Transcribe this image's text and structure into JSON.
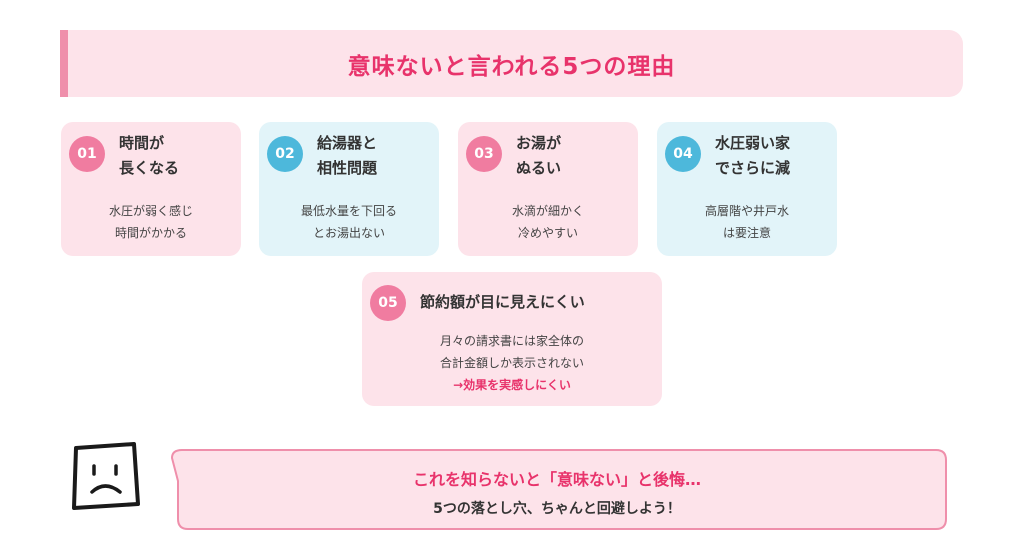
{
  "header": {
    "title": "意味ないと言われる5つの理由"
  },
  "colors": {
    "accent_pink": "#e8336b",
    "badge_pink": "#f07ca0",
    "badge_blue": "#4db8db",
    "card_pink": "#fde3ea",
    "card_blue": "#e2f4f9"
  },
  "cards": [
    {
      "number": "01",
      "title_lines": [
        "時間が",
        "長くなる"
      ],
      "desc_lines": [
        "水圧が弱く感じ",
        "時間がかかる"
      ]
    },
    {
      "number": "02",
      "title_lines": [
        "給湯器と",
        "相性問題"
      ],
      "desc_lines": [
        "最低水量を下回る",
        "とお湯出ない"
      ]
    },
    {
      "number": "03",
      "title_lines": [
        "お湯が",
        "ぬるい"
      ],
      "desc_lines": [
        "水滴が細かく",
        "冷めやすい"
      ]
    },
    {
      "number": "04",
      "title_lines": [
        "水圧弱い家",
        "でさらに減"
      ],
      "desc_lines": [
        "高層階や井戸水",
        "は要注意"
      ]
    },
    {
      "number": "05",
      "title_lines": [
        "節約額が目に見えにくい"
      ],
      "desc_lines": [
        "月々の請求書には家全体の",
        "合計金額しか表示されない"
      ],
      "highlight": "→効果を実感しにくい"
    }
  ],
  "footer": {
    "icon": "sad-face-icon",
    "line1": "これを知らないと「意味ない」と後悔…",
    "line2": "5つの落とし穴、ちゃんと回避しよう！"
  }
}
